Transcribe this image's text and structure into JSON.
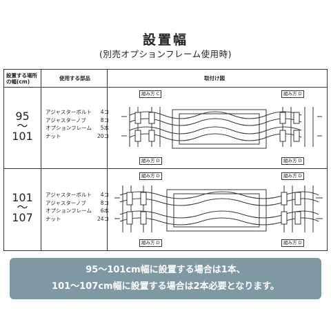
{
  "title": "設置幅",
  "subtitle": "(別売オプションフレーム使用時)",
  "table": {
    "headers": {
      "location_line1": "設置する場所",
      "location_line2": "の幅(cm)",
      "parts": "使用する部品",
      "diagram": "取付け図"
    },
    "rows": [
      {
        "size_top": "95",
        "size_mid": "〜",
        "size_bottom": "101",
        "parts": [
          {
            "name": "アジャスターボルト",
            "qty": "4コ"
          },
          {
            "name": "アジャスターノブ",
            "qty": "8コ"
          },
          {
            "name": "オプションフレーム",
            "qty": "5本"
          },
          {
            "name": "ナット",
            "qty": "20コ"
          }
        ],
        "labels": {
          "left_top": "組み方 C",
          "right_top": "組み方 D",
          "left_bottom": "組み方 D",
          "right_bottom": "組み方 D"
        }
      },
      {
        "size_top": "101",
        "size_mid": "〜",
        "size_bottom": "107",
        "parts": [
          {
            "name": "アジャスターボルト",
            "qty": "4コ"
          },
          {
            "name": "アジャスターノブ",
            "qty": "8コ"
          },
          {
            "name": "オプションフレーム",
            "qty": "6本"
          },
          {
            "name": "ナット",
            "qty": "24コ"
          }
        ],
        "labels": {
          "left_top": "組み方 D",
          "right_top": "組み方 D",
          "left_bottom": "組み方 D",
          "right_bottom": "組み方 D"
        }
      }
    ]
  },
  "banner": {
    "line1": "95〜101cm幅に設置する場合は1本、",
    "line2": "101〜107cm幅に設置する場合は2本必要となります。"
  },
  "colors": {
    "banner_bg": "#7f99a4",
    "line": "#333333"
  }
}
